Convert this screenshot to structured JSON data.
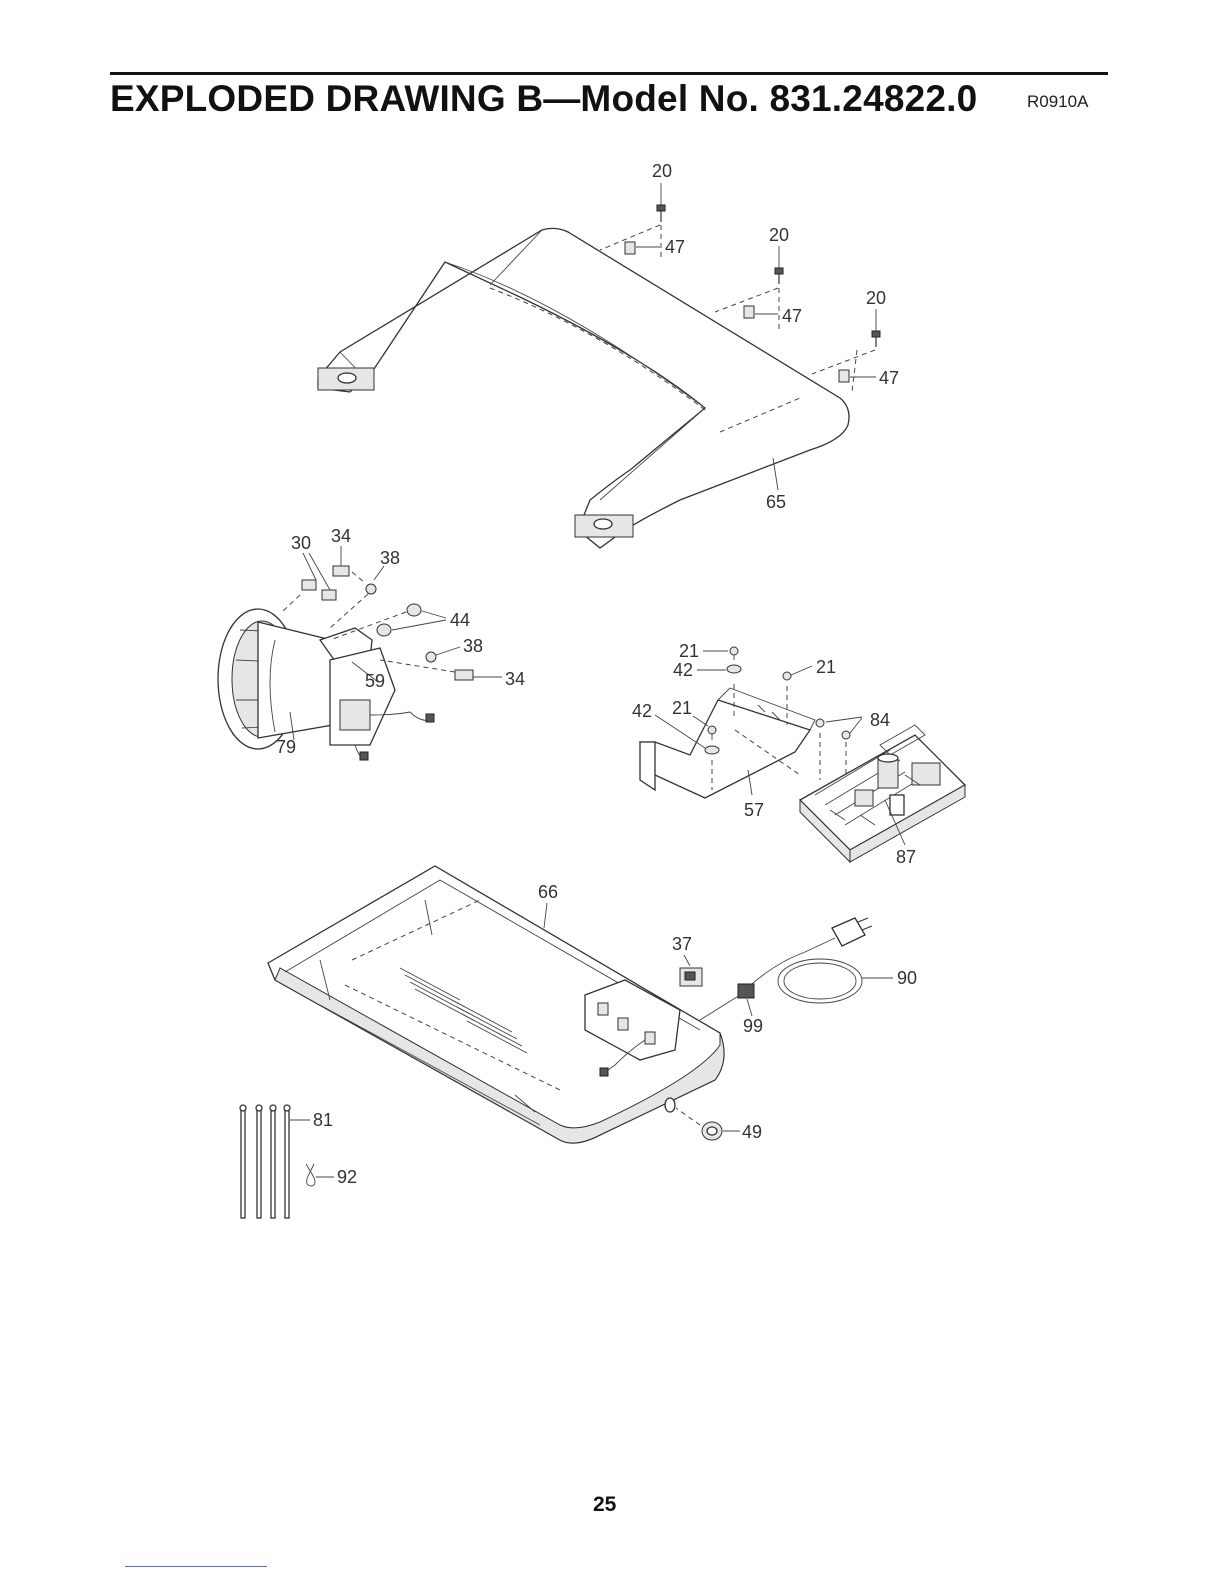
{
  "page": {
    "title": "EXPLODED DRAWING B—Model No. 831.24822.0",
    "drawing_code": "R0910A",
    "page_number": "25"
  },
  "callouts": {
    "c20a": "20",
    "c20b": "20",
    "c20c": "20",
    "c47a": "47",
    "c47b": "47",
    "c47c": "47",
    "c65": "65",
    "c30": "30",
    "c34a": "34",
    "c38a": "38",
    "c44": "44",
    "c38b": "38",
    "c34b": "34",
    "c59": "59",
    "c79": "79",
    "c21a": "21",
    "c42a": "42",
    "c21b": "21",
    "c42b": "42",
    "c21c": "21",
    "c84": "84",
    "c57": "57",
    "c87": "87",
    "c66": "66",
    "c37": "37",
    "c90": "90",
    "c99": "99",
    "c49": "49",
    "c81": "81",
    "c92": "92"
  }
}
